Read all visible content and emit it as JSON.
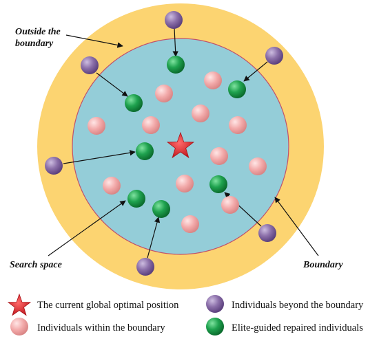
{
  "annotations": {
    "outside_line1": "Outside the",
    "outside_line2": "boundary",
    "search_space": "Search space",
    "boundary": "Boundary"
  },
  "legend": {
    "star": "The current global optimal position",
    "beyond": "Individuals beyond the boundary",
    "within": "Individuals within the boundary",
    "repaired": "Elite-guided repaired individuals"
  },
  "colors": {
    "outer_ring": "#FCD471",
    "search_space": "#94CDD8",
    "boundary_line": "#C0506A",
    "pink_individual": "#F0A4A4",
    "green_individual": "#1B9B48",
    "purple_individual": "#8C70AA",
    "star": "#D9262B"
  },
  "icons": {
    "star": "star-icon",
    "beyond": "purple-sphere-icon",
    "within": "pink-sphere-icon",
    "repaired": "green-sphere-icon"
  }
}
